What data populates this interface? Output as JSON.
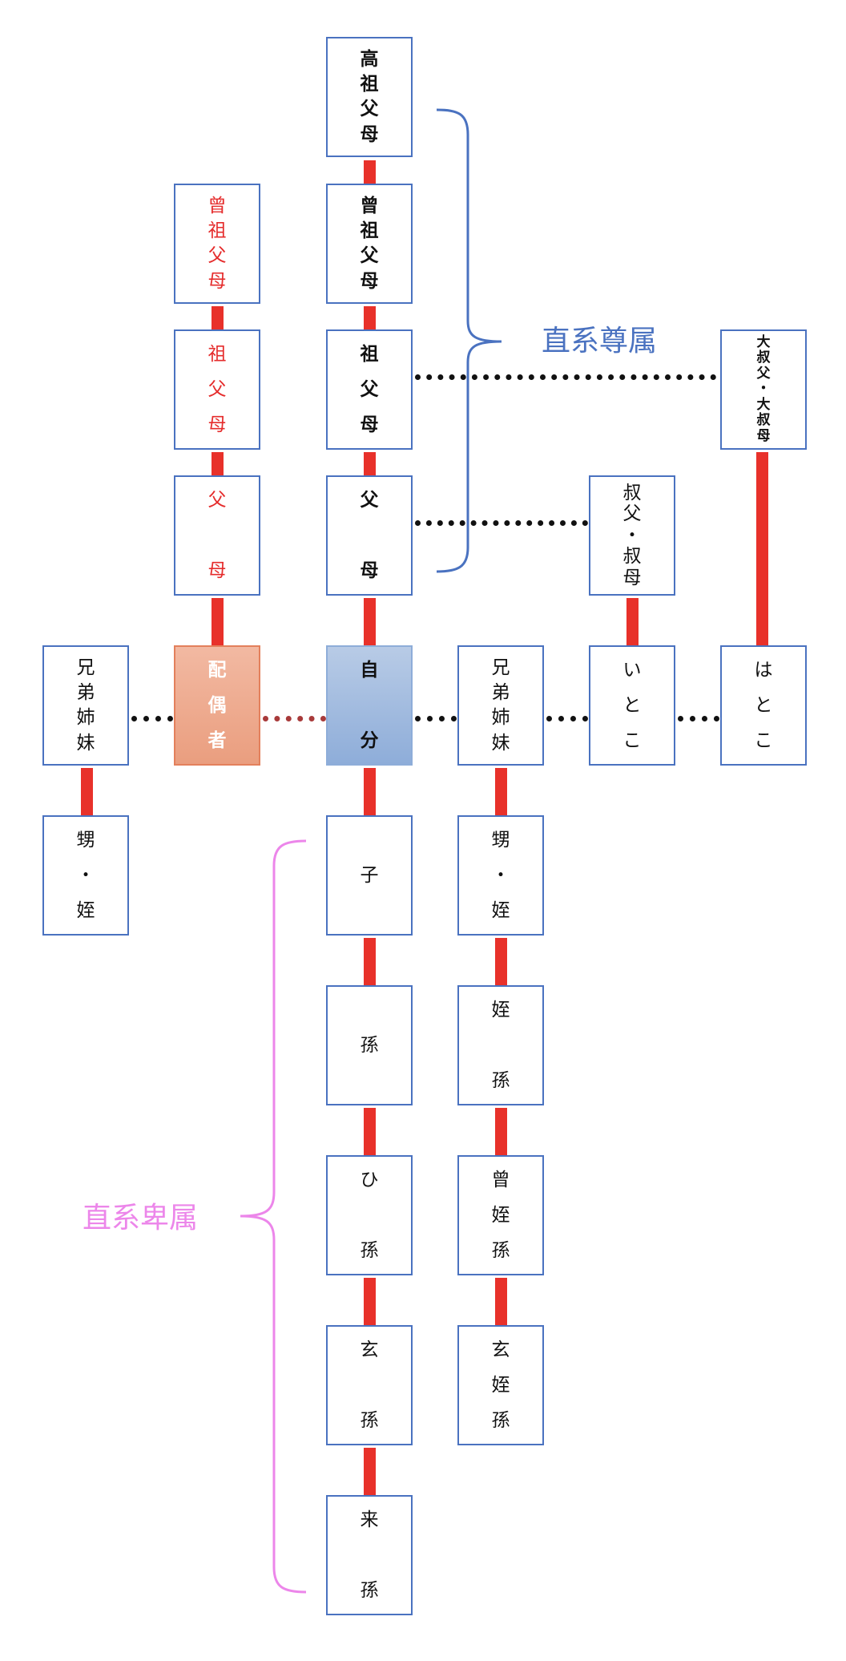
{
  "boxes": {
    "kouso": [
      "高",
      "祖",
      "父",
      "母"
    ],
    "sousofu_main": [
      "曾",
      "祖",
      "父",
      "母"
    ],
    "sofu_main": [
      "祖",
      "父",
      "母"
    ],
    "fubo_main": [
      "父",
      "母"
    ],
    "sousofu_spouse": [
      "曾",
      "祖",
      "父",
      "母"
    ],
    "sofu_spouse": [
      "祖",
      "父",
      "母"
    ],
    "fubo_spouse": [
      "父",
      "母"
    ],
    "self": [
      "自",
      "分"
    ],
    "spouse": [
      "配",
      "偶",
      "者"
    ],
    "siblings_spouse": [
      "兄",
      "弟",
      "姉",
      "妹"
    ],
    "oimei_spouse": [
      "甥",
      "・",
      "姪"
    ],
    "siblings": [
      "兄",
      "弟",
      "姉",
      "妹"
    ],
    "oimei": [
      "甥",
      "・",
      "姪"
    ],
    "tetsson": [
      "姪",
      "孫"
    ],
    "sotetsson": [
      "曾",
      "姪",
      "孫"
    ],
    "gentetsson": [
      "玄",
      "姪",
      "孫"
    ],
    "child": [
      "子"
    ],
    "grandchild": [
      "孫"
    ],
    "great_grandchild": [
      "ひ",
      "孫"
    ],
    "genson": [
      "玄",
      "孫"
    ],
    "raison": [
      "来",
      "孫"
    ],
    "uncle_aunt": [
      "叔",
      "父",
      "・",
      "叔",
      "母"
    ],
    "cousin": [
      "い",
      "と",
      "こ"
    ],
    "grand_uncle": [
      "大",
      "叔",
      "父",
      "・",
      "大",
      "叔",
      "母"
    ],
    "second_cousin": [
      "は",
      "と",
      "こ"
    ]
  },
  "labels": {
    "ascendants": "直系尊属",
    "descendants": "直系卑属"
  },
  "colors": {
    "box_border": "#4a72c0",
    "line": "#e8312a",
    "ascendant_brace": "#4a72c0",
    "descendant_brace": "#ec86ea"
  }
}
